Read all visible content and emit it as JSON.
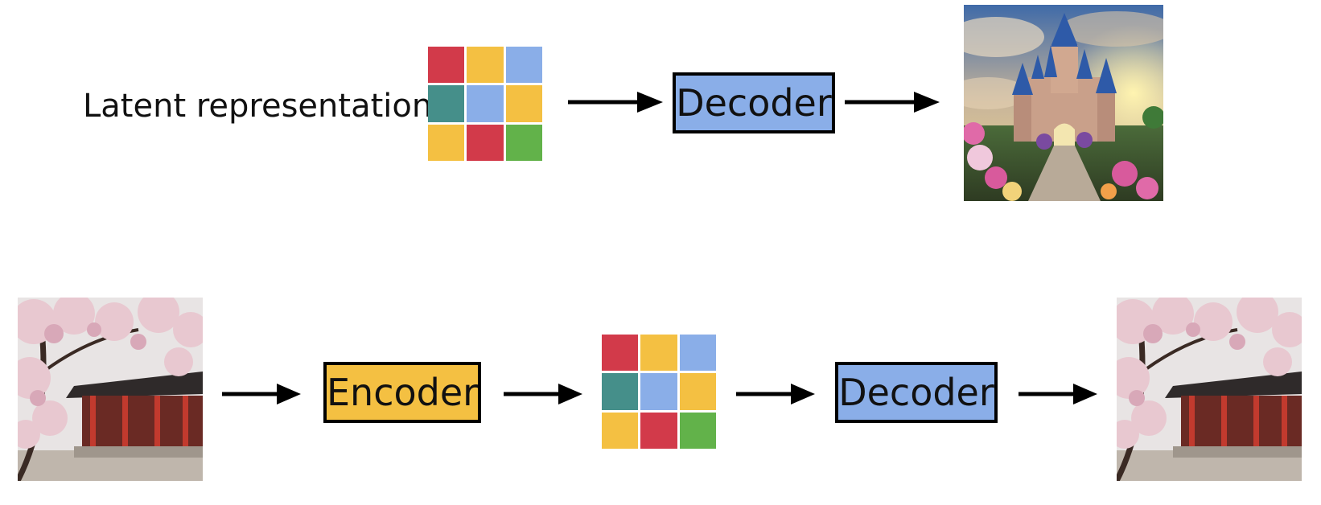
{
  "top_row": {
    "input_label": "Latent representation",
    "decoder_label": "Decoder",
    "output_image": "castle-image"
  },
  "bottom_row": {
    "input_image": "temple-cherry-blossom-image",
    "encoder_label": "Encoder",
    "decoder_label": "Decoder",
    "output_image": "temple-cherry-blossom-image"
  },
  "latent_grid": {
    "rows": 3,
    "cols": 3,
    "cells": [
      "#d23a4a",
      "#f4c042",
      "#8aaee8",
      "#458f8a",
      "#8aaee8",
      "#f4c042",
      "#f4c042",
      "#d23a4a",
      "#62b24a"
    ]
  },
  "colors": {
    "encoder_fill": "#f4c042",
    "decoder_fill": "#8aaee8",
    "arrow": "#000000"
  }
}
